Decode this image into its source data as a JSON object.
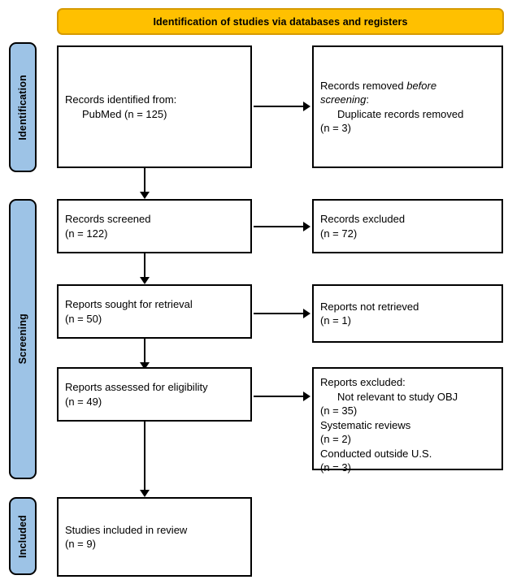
{
  "banner": {
    "title": "Identification of studies via databases and registers",
    "fill": "#FFC000",
    "border": "#D69A00"
  },
  "stages": [
    {
      "label": "Identification",
      "fill": "#9DC3E6"
    },
    {
      "label": "Screening",
      "fill": "#9DC3E6"
    },
    {
      "label": "Included",
      "fill": "#9DC3E6"
    }
  ],
  "boxes": {
    "identified": {
      "line1": "Records identified from:",
      "line2": "PubMed (n = 125)"
    },
    "removed": {
      "line1_a": "Records removed ",
      "line1_b": "before",
      "line2_a": "screening",
      "line2_b": ":",
      "line3": "Duplicate records removed",
      "line4": "(n = 3)"
    },
    "screened": {
      "line1": "Records screened",
      "line2": "(n = 122)"
    },
    "records_excluded": {
      "line1": "Records excluded",
      "line2": "(n = 72)"
    },
    "sought": {
      "line1": "Reports sought for retrieval",
      "line2": "(n = 50)"
    },
    "not_retrieved": {
      "line1": "Reports not retrieved",
      "line2": "(n = 1)"
    },
    "assessed": {
      "line1": "Reports assessed for eligibility",
      "line2": "(n = 49)"
    },
    "reports_excluded": {
      "line1": "Reports excluded:",
      "line2": "Not relevant to study OBJ",
      "line3": "(n = 35)",
      "line4": "Systematic reviews",
      "line5": "(n = 2)",
      "line6": "Conducted outside U.S.",
      "line7": "(n = 3)"
    },
    "included": {
      "line1": "Studies included in review",
      "line2": "(n = 9)"
    }
  }
}
